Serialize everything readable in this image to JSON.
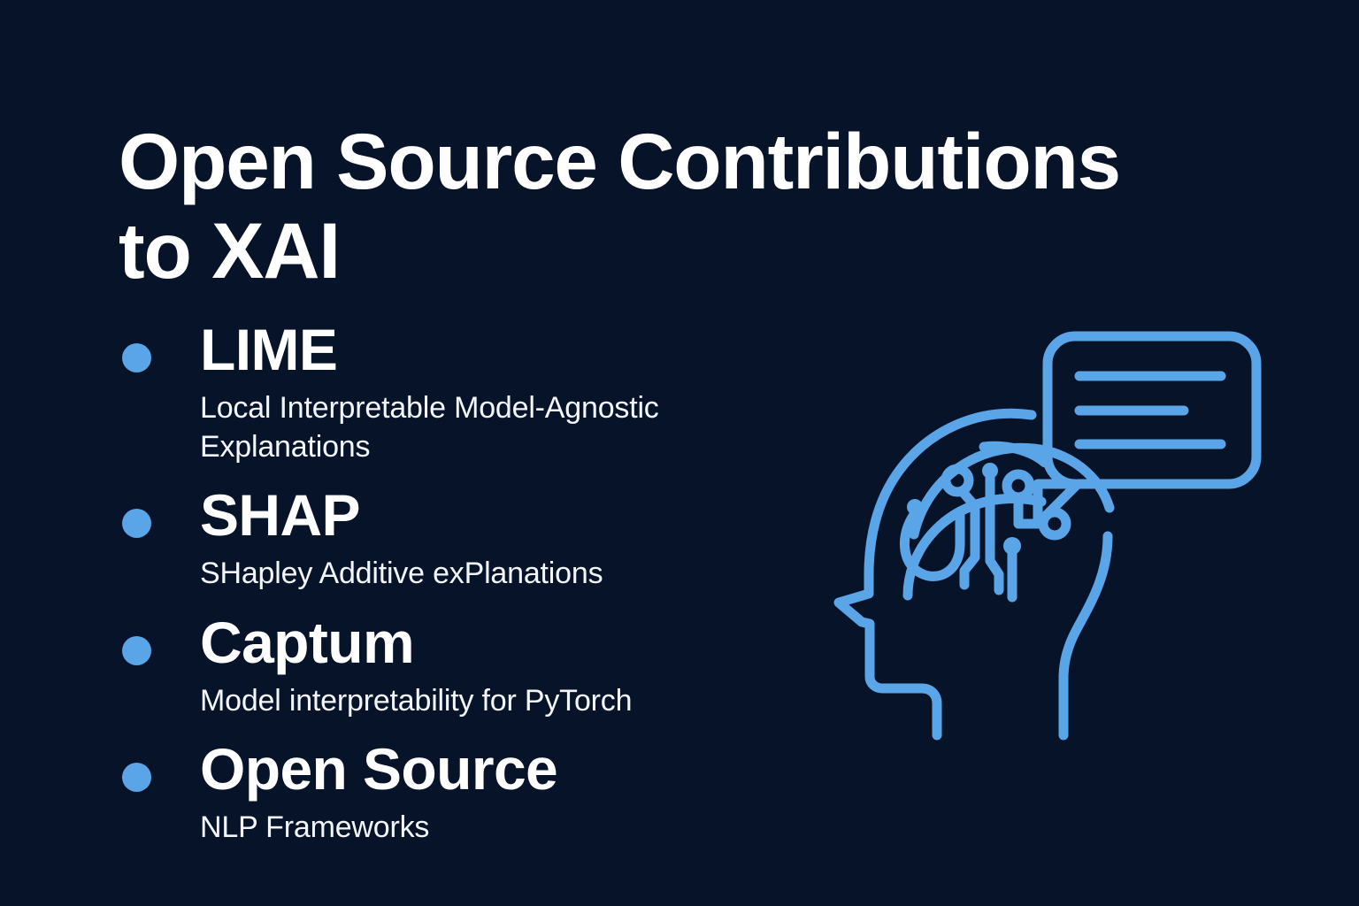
{
  "theme": {
    "background": "#071329",
    "accent": "#5aa5e8",
    "text_primary": "#ffffff",
    "text_secondary": "#f2f5fa"
  },
  "header": {
    "title": "Open Source Contributions\nto XAI"
  },
  "list": {
    "items": [
      {
        "title": "LIME",
        "subtitle": "Local Interpretable Model-Agnostic Explanations"
      },
      {
        "title": "SHAP",
        "subtitle": "SHapley Additive exPlanations"
      },
      {
        "title": "Captum",
        "subtitle": "Model interpretability for PyTorch"
      },
      {
        "title": "Open Source",
        "subtitle": "NLP Frameworks"
      }
    ]
  },
  "illustration": {
    "name": "head-with-circuit-brain-and-speech-bubble",
    "parts": [
      "head-profile-outline",
      "circuit-brain",
      "speech-bubble",
      "speech-bubble-line-1",
      "speech-bubble-line-2",
      "speech-bubble-line-3"
    ],
    "stroke_color": "#5aa5e8"
  }
}
